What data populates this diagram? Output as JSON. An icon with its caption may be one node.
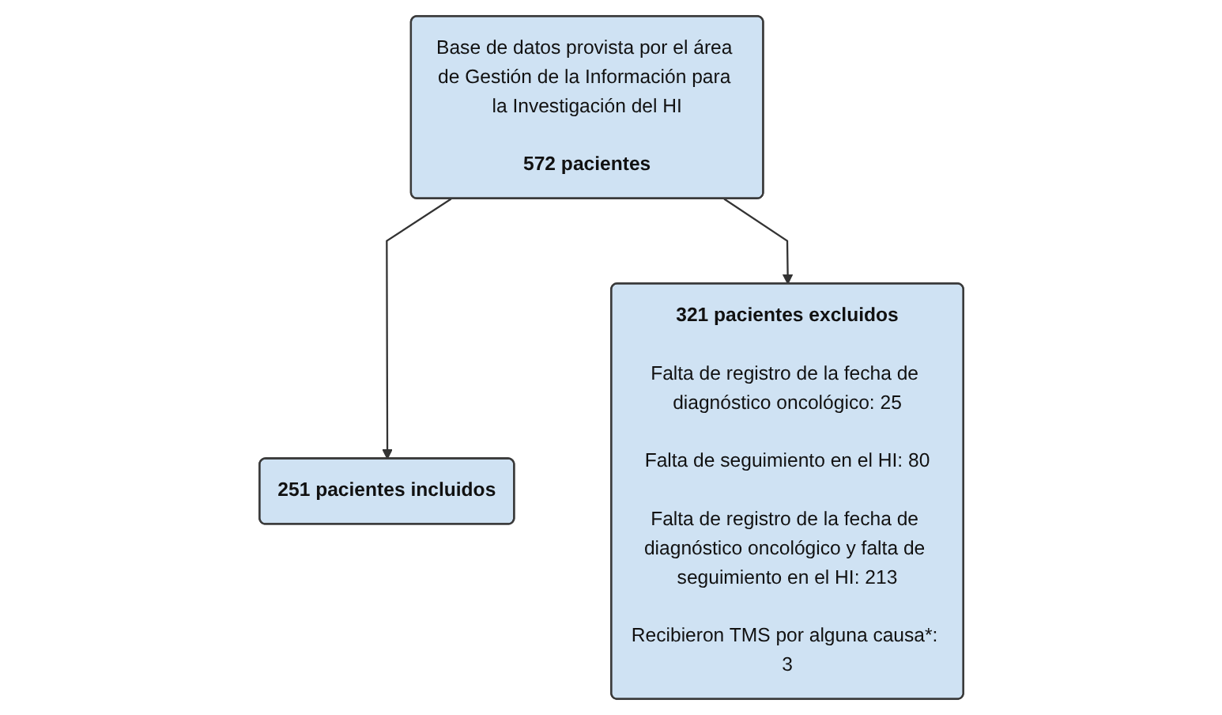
{
  "diagram": {
    "nodes": [
      {
        "text": [
          "Base de datos provista por el área de Gestión de la Información para la Investigación del HI",
          "572 pacientes"
        ]
      },
      {
        "text": [
          "321 pacientes excluidos",
          "Falta de registro de la fecha de diagnóstico oncológico: 25",
          "Falta de seguimiento en el HI: 80",
          "Falta de registro de la fecha de diagnóstico oncológico y falta de seguimiento en el HI: 213",
          "Recibieron TMS por alguna causa*: 3"
        ]
      },
      {
        "text": [
          "251 pacientes incluidos"
        ]
      }
    ],
    "edges": [
      {
        "from": 0,
        "to": 2,
        "arrow": "to"
      },
      {
        "from": 0,
        "to": 1,
        "arrow": "to"
      }
    ]
  }
}
